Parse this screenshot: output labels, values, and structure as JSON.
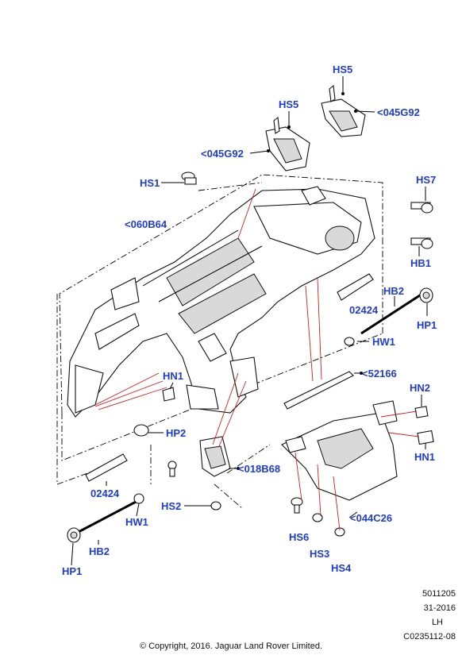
{
  "callouts": {
    "hs5_top": "HS5",
    "g92_right": "<045G92",
    "hs5_mid": "HS5",
    "g92_left": "<045G92",
    "hs1": "HS1",
    "hs7": "HS7",
    "b64": "<060B64",
    "hb1_right": "HB1",
    "hb2_right": "HB2",
    "p24_right": "02424",
    "hp1_right": "HP1",
    "hw1_right": "HW1",
    "p66": "<52166",
    "hn2": "HN2",
    "hn1_left": "HN1",
    "hn1_right": "HN1",
    "hp2": "HP2",
    "b68": "<018B68",
    "p24_left": "02424",
    "hs2": "HS2",
    "hw1_left": "HW1",
    "c26": "<044C26",
    "hs6": "HS6",
    "hs3": "HS3",
    "hs4": "HS4",
    "hb2_left": "HB2",
    "hp1_left": "HP1"
  },
  "meta": {
    "number": "5011205",
    "date_code": "31-2016",
    "side": "LH",
    "ref": "C0235112-08"
  },
  "copyright": "© Copyright, 2016. Jaguar Land Rover Limited."
}
